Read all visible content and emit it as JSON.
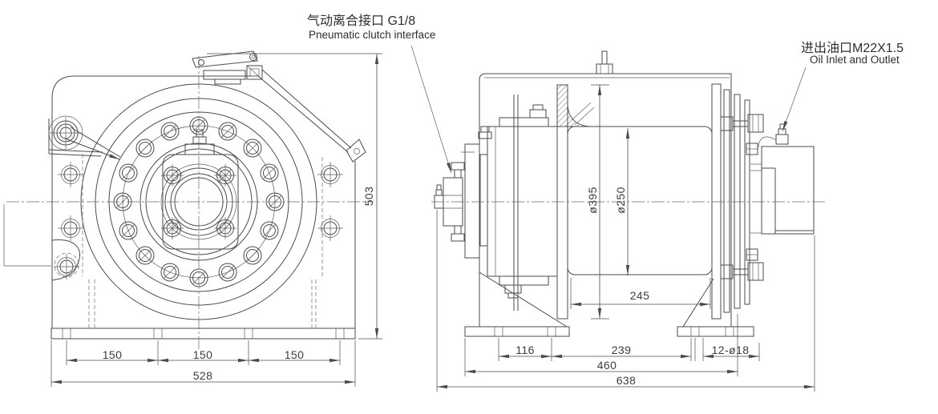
{
  "page": {
    "background": "#ffffff",
    "line_color": "#4b4b4b",
    "text_color": "#3c3c3c"
  },
  "annotations": {
    "pneumatic_label_cn": "气动离合接口 G1/8",
    "pneumatic_label_en": "Pneumatic clutch interface",
    "oil_label_cn": "进出油口M22X1.5",
    "oil_label_en": "Oil Inlet and Outlet"
  },
  "front_view": {
    "dim_total_height": "503",
    "dim_spacing": [
      "150",
      "150",
      "150"
    ],
    "dim_base_width": "528"
  },
  "side_view": {
    "dim_flange_diameter": "ø395",
    "dim_drum_diameter": "ø250",
    "dim_drum_length": "245",
    "dim_foot_offset": "116",
    "dim_feet_span": "239",
    "dim_mount_holes": "12-ø18",
    "dim_frame_length": "460",
    "dim_total_length": "638"
  }
}
